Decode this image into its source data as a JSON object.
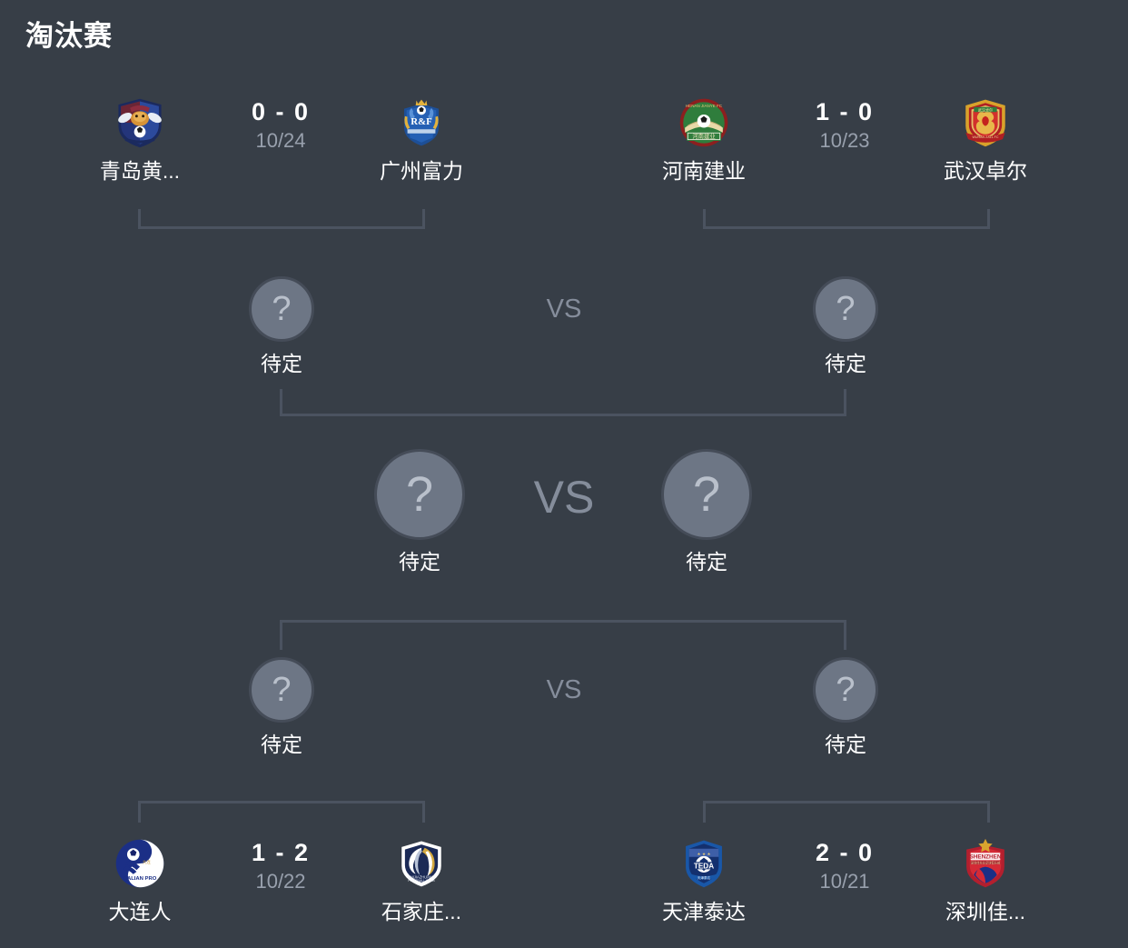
{
  "page": {
    "title": "淘汰赛",
    "background_color": "#373e47",
    "line_color": "#4b5360",
    "accent_text_color": "#98a0ad"
  },
  "labels": {
    "vs": "VS",
    "tbd_name": "待定",
    "tbd_mark": "?"
  },
  "rounds": {
    "top_quarterfinals": [
      {
        "match_id": "qf-top-left",
        "date": "10/24",
        "score": "0 - 0",
        "home": {
          "name": "青岛黄...",
          "crest": "qingdao-huanghai-crest"
        },
        "away": {
          "name": "广州富力",
          "crest": "guangzhou-rf-crest"
        }
      },
      {
        "match_id": "qf-top-right",
        "date": "10/23",
        "score": "1 - 0",
        "home": {
          "name": "河南建业",
          "crest": "henan-jianye-crest"
        },
        "away": {
          "name": "武汉卓尔",
          "crest": "wuhan-zall-crest"
        }
      }
    ],
    "top_semifinal": {
      "match_id": "sf-top",
      "vs": "VS",
      "home": {
        "name": "待定",
        "crest": "tbd-question-icon"
      },
      "away": {
        "name": "待定",
        "crest": "tbd-question-icon"
      }
    },
    "final": {
      "match_id": "final",
      "vs": "VS",
      "home": {
        "name": "待定",
        "crest": "tbd-question-icon"
      },
      "away": {
        "name": "待定",
        "crest": "tbd-question-icon"
      }
    },
    "bottom_semifinal": {
      "match_id": "sf-bottom",
      "vs": "VS",
      "home": {
        "name": "待定",
        "crest": "tbd-question-icon"
      },
      "away": {
        "name": "待定",
        "crest": "tbd-question-icon"
      }
    },
    "bottom_quarterfinals": [
      {
        "match_id": "qf-bottom-left",
        "date": "10/22",
        "score": "1 - 2",
        "home": {
          "name": "大连人",
          "crest": "dalian-pro-crest"
        },
        "away": {
          "name": "石家庄...",
          "crest": "shijiazhuang-crest"
        }
      },
      {
        "match_id": "qf-bottom-right",
        "date": "10/21",
        "score": "2 - 0",
        "home": {
          "name": "天津泰达",
          "crest": "tianjin-teda-crest"
        },
        "away": {
          "name": "深圳佳...",
          "crest": "shenzhen-crest"
        }
      }
    ]
  }
}
